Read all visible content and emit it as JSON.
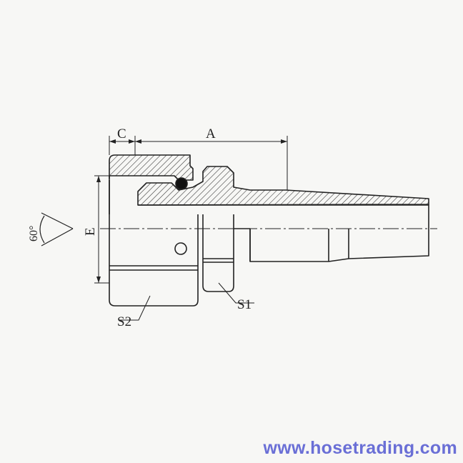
{
  "labels": {
    "dim_c": "C",
    "dim_a": "A",
    "dim_e": "E",
    "angle": "60°",
    "nut_hex": "S2",
    "body_hex": "S1"
  },
  "watermark": {
    "text": "www.hosetrading.com",
    "color": "#6a6fd6"
  },
  "colors": {
    "line": "#222222",
    "hatch": "#333333",
    "background": "#f7f7f5"
  }
}
